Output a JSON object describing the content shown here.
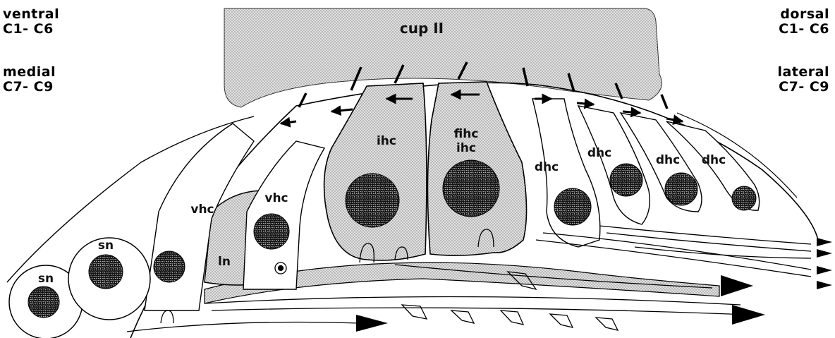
{
  "corner_labels": {
    "top_left": [
      "ventral",
      "C1- C6"
    ],
    "mid_left": [
      "medial",
      "C7- C9"
    ],
    "top_right": [
      "dorsal",
      "C1- C6"
    ],
    "mid_right": [
      "lateral",
      "C7- C9"
    ]
  },
  "structure_labels": {
    "cupula": "cup II",
    "sn_1": "sn",
    "sn_2": "sn",
    "vhc_1": "vhc",
    "vhc_2": "vhc",
    "ln": "ln",
    "ihc_1": "ihc",
    "fihc_top": "fihc",
    "fihc_bottom": "ihc",
    "dhc_1": "dhc",
    "dhc_2": "dhc",
    "dhc_3": "dhc",
    "dhc_4": "dhc"
  }
}
